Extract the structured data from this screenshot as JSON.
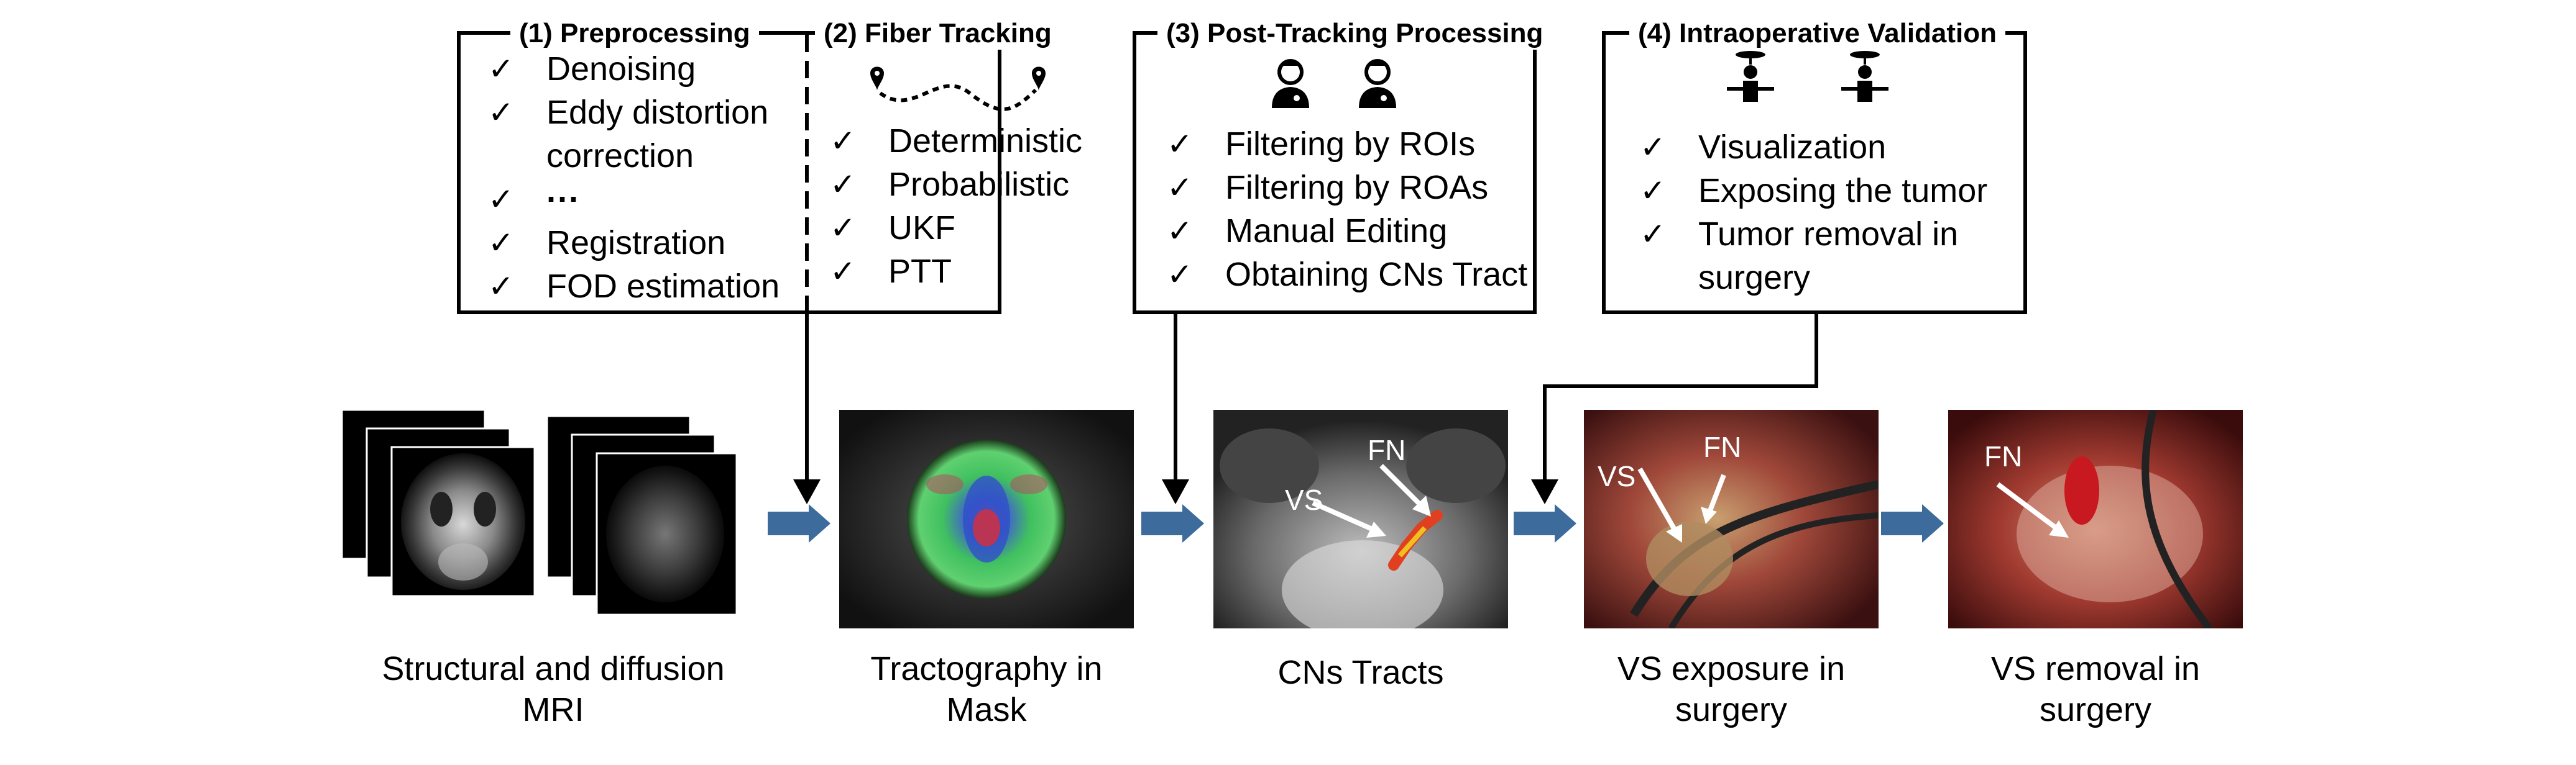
{
  "check_mark": "✓",
  "steps": [
    {
      "title": "(1) Preprocessing",
      "items": [
        "Denoising",
        "Eddy distortion",
        "correction",
        "···",
        "Registration",
        "FOD estimation"
      ],
      "item_checks": [
        true,
        true,
        false,
        true,
        true,
        true
      ]
    },
    {
      "title": "(2) Fiber Tracking",
      "items": [
        "Deterministic",
        "Probabilistic",
        "UKF",
        "PTT"
      ]
    },
    {
      "title": "(3) Post-Tracking Processing",
      "items": [
        "Filtering by ROIs",
        "Filtering by ROAs",
        "Manual Editing",
        "Obtaining CNs Tract"
      ]
    },
    {
      "title": "(4) Intraoperative Validation",
      "items": [
        "Visualization",
        "Exposing the tumor",
        "Tumor removal in",
        "surgery"
      ],
      "item_checks": [
        true,
        true,
        true,
        false
      ]
    }
  ],
  "panels": [
    {
      "caption_lines": [
        "Structural and diffusion",
        "MRI"
      ]
    },
    {
      "caption_lines": [
        "Tractography in",
        "Mask"
      ]
    },
    {
      "caption_lines": [
        "CNs Tracts"
      ],
      "labels": [
        "FN",
        "VS"
      ]
    },
    {
      "caption_lines": [
        "VS exposure in",
        "surgery"
      ],
      "labels": [
        "VS",
        "FN"
      ]
    },
    {
      "caption_lines": [
        "VS removal in",
        "surgery"
      ],
      "labels": [
        "FN"
      ]
    }
  ],
  "icons": {
    "route": "route-icon",
    "clinician": "doctor-icon",
    "surgeon": "surgeon-icon"
  },
  "colors": {
    "flow_arrow": "#3c6b9c",
    "fn_tract": "#e04020",
    "line": "#000000"
  }
}
